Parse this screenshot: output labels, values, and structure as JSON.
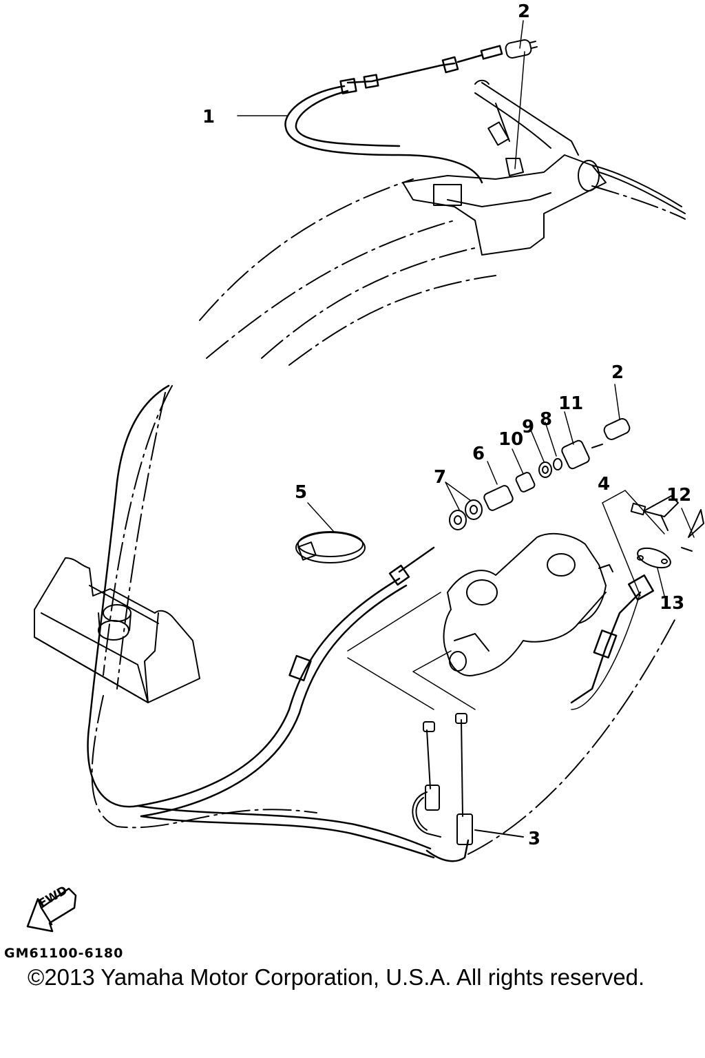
{
  "callouts": [
    {
      "id": "1",
      "text": "1"
    },
    {
      "id": "2a",
      "text": "2"
    },
    {
      "id": "2b",
      "text": "2"
    },
    {
      "id": "3",
      "text": "3"
    },
    {
      "id": "4",
      "text": "4"
    },
    {
      "id": "5",
      "text": "5"
    },
    {
      "id": "6",
      "text": "6"
    },
    {
      "id": "7",
      "text": "7"
    },
    {
      "id": "8",
      "text": "8"
    },
    {
      "id": "9",
      "text": "9"
    },
    {
      "id": "10",
      "text": "10"
    },
    {
      "id": "11",
      "text": "11"
    },
    {
      "id": "12",
      "text": "12"
    },
    {
      "id": "13",
      "text": "13"
    }
  ],
  "direction_arrow": {
    "label": "FWD",
    "icon": "fwd-arrow-icon"
  },
  "drawing_code": "GM61100-6180",
  "copyright": "©2013 Yamaha Motor Corporation, U.S.A. All rights reserved."
}
